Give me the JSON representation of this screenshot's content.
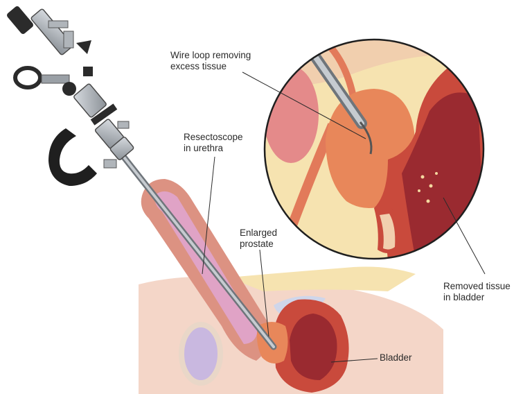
{
  "labels": {
    "wire_loop": "Wire loop removing\nexcess tissue",
    "resectoscope": "Resectoscope\nin urethra",
    "prostate": "Enlarged\nprostate",
    "removed_tissue": "Removed tissue\nin bladder",
    "bladder": "Bladder"
  },
  "colors": {
    "skin": "#f3d0c0",
    "penis": "#d98b7c",
    "urethra_lining": "#dca0c0",
    "fat": "#f6e3b0",
    "prostate": "#e8875a",
    "bladder_wall": "#c94a3c",
    "bladder_lumen": "#9a2a30",
    "testis": "#b8a8d8",
    "instrument": "#9aa0a6",
    "instrument_dark": "#2b2b2b"
  }
}
